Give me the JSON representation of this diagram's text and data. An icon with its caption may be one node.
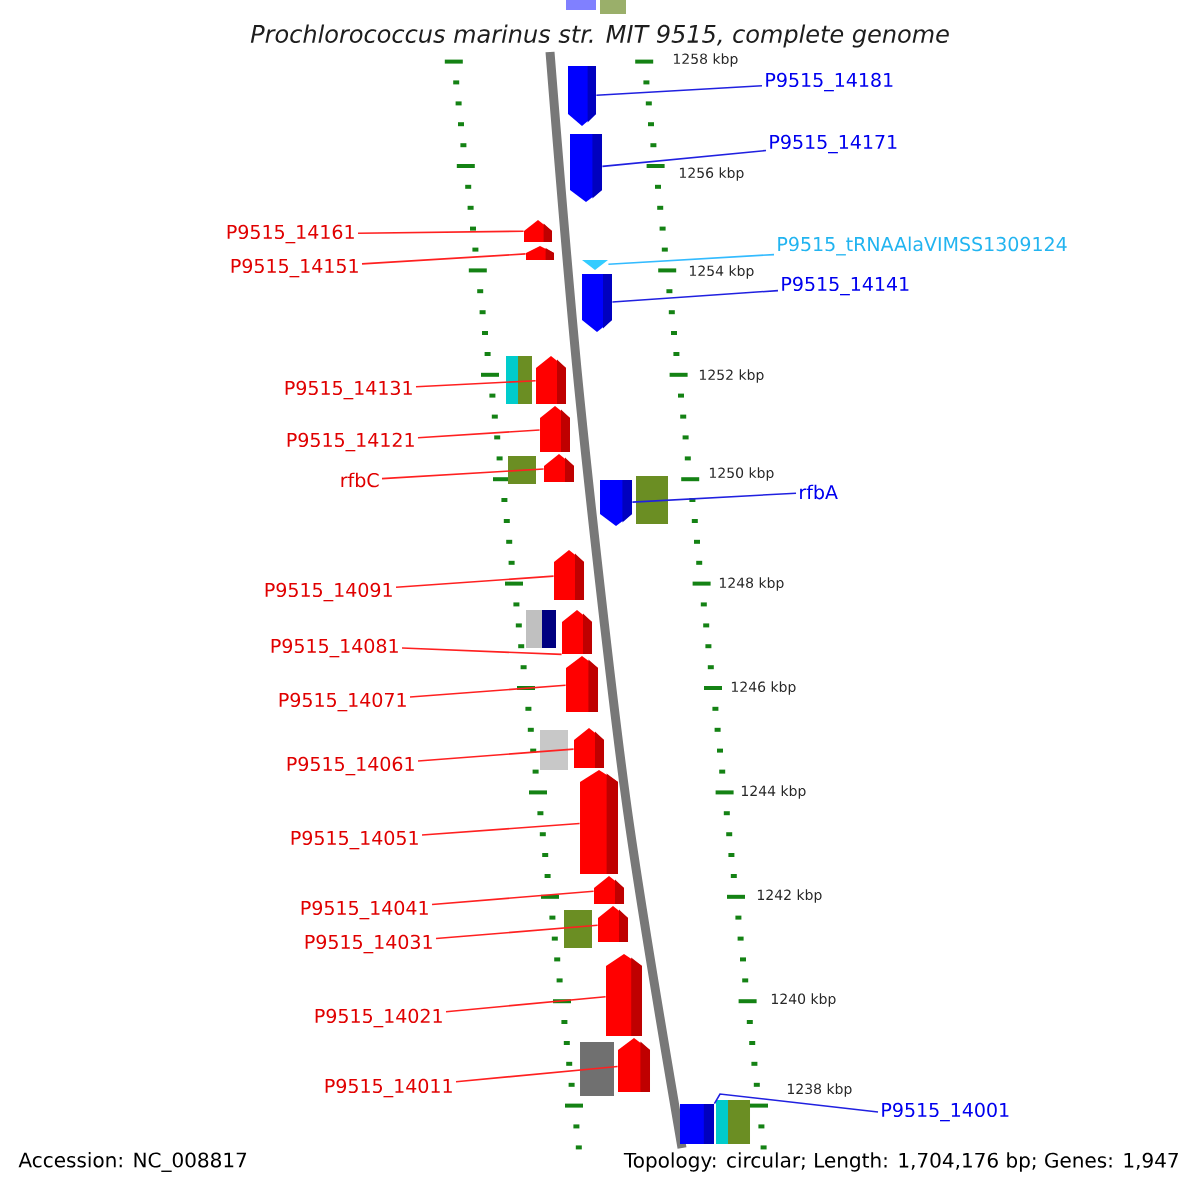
{
  "diagram": {
    "title": "Prochlorococcus marinus str. MIT 9515, complete genome",
    "nodes": [
      {
        "text": [
          "P9515_14181"
        ]
      },
      {
        "text": [],
        "shape": "arrow"
      },
      {
        "text": [
          "P9515_14171"
        ]
      },
      {
        "text": [],
        "shape": "arrow"
      },
      {
        "text": [
          "P9515_14161"
        ]
      },
      {
        "text": [],
        "shape": "arrow"
      },
      {
        "text": [
          "P9515_14151"
        ]
      },
      {
        "text": [],
        "shape": "arrow"
      },
      {
        "text": [
          "P9515_tRNAAlaVIMSS1309124"
        ]
      },
      {
        "text": [],
        "shape": "triangle"
      },
      {
        "text": [
          "P9515_14141"
        ]
      },
      {
        "text": [],
        "shape": "arrow"
      },
      {
        "text": [
          "P9515_14131"
        ]
      },
      {
        "text": [],
        "shape": "arrow"
      },
      {
        "text": [
          "P9515_14121"
        ]
      },
      {
        "text": [],
        "shape": "arrow"
      },
      {
        "text": [
          "rfbC"
        ]
      },
      {
        "text": [],
        "shape": "arrow"
      },
      {
        "text": [
          "rfbA"
        ]
      },
      {
        "text": [],
        "shape": "arrow"
      },
      {
        "text": [
          "P9515_14091"
        ]
      },
      {
        "text": [],
        "shape": "arrow"
      },
      {
        "text": [
          "P9515_14081"
        ]
      },
      {
        "text": [],
        "shape": "arrow"
      },
      {
        "text": [
          "P9515_14071"
        ]
      },
      {
        "text": [],
        "shape": "arrow"
      },
      {
        "text": [
          "P9515_14061"
        ]
      },
      {
        "text": [],
        "shape": "arrow"
      },
      {
        "text": [
          "P9515_14051"
        ]
      },
      {
        "text": [],
        "shape": "arrow"
      },
      {
        "text": [
          "P9515_14041"
        ]
      },
      {
        "text": [],
        "shape": "arrow"
      },
      {
        "text": [
          "P9515_14031"
        ]
      },
      {
        "text": [],
        "shape": "arrow"
      },
      {
        "text": [
          "P9515_14021"
        ]
      },
      {
        "text": [],
        "shape": "arrow"
      },
      {
        "text": [
          "P9515_14011"
        ]
      },
      {
        "text": [],
        "shape": "arrow"
      },
      {
        "text": [
          "P9515_14001"
        ]
      },
      {
        "text": [],
        "shape": "box"
      }
    ],
    "edges": [
      {
        "from": 0,
        "to": 1,
        "arrow": "none",
        "color": "#2020e0"
      },
      {
        "from": 2,
        "to": 3,
        "arrow": "none",
        "color": "#2020e0"
      },
      {
        "from": 4,
        "to": 5,
        "arrow": "none"
      },
      {
        "from": 6,
        "to": 7,
        "arrow": "none"
      },
      {
        "from": 8,
        "to": 9,
        "arrow": "none",
        "color": "#33bbff"
      },
      {
        "from": 10,
        "to": 11,
        "arrow": "none",
        "color": "#2020e0"
      },
      {
        "from": 12,
        "to": 13,
        "arrow": "none"
      },
      {
        "from": 14,
        "to": 15,
        "arrow": "none"
      },
      {
        "from": 16,
        "to": 17,
        "arrow": "none"
      },
      {
        "from": 18,
        "to": 19,
        "arrow": "none",
        "color": "#2020e0"
      },
      {
        "from": 20,
        "to": 21,
        "arrow": "none"
      },
      {
        "from": 22,
        "to": 23,
        "arrow": "none"
      },
      {
        "from": 24,
        "to": 25,
        "arrow": "none"
      },
      {
        "from": 26,
        "to": 27,
        "arrow": "none"
      },
      {
        "from": 28,
        "to": 29,
        "arrow": "none"
      },
      {
        "from": 30,
        "to": 31,
        "arrow": "none"
      },
      {
        "from": 32,
        "to": 33,
        "arrow": "none"
      },
      {
        "from": 34,
        "to": 35,
        "arrow": "none"
      },
      {
        "from": 36,
        "to": 37,
        "arrow": "none"
      },
      {
        "from": 38,
        "to": 39,
        "arrow": "none",
        "color": "#2020e0"
      }
    ],
    "labels": [
      "1258 kbp",
      "1256 kbp",
      "1254 kbp",
      "1252 kbp",
      "1250 kbp",
      "1248 kbp",
      "1246 kbp",
      "1244 kbp",
      "1242 kbp",
      "1240 kbp",
      "1238 kbp",
      "Accession: NC_008817",
      "Topology: circular; Length: 1,704,176 bp; Genes: 1,947"
    ]
  }
}
